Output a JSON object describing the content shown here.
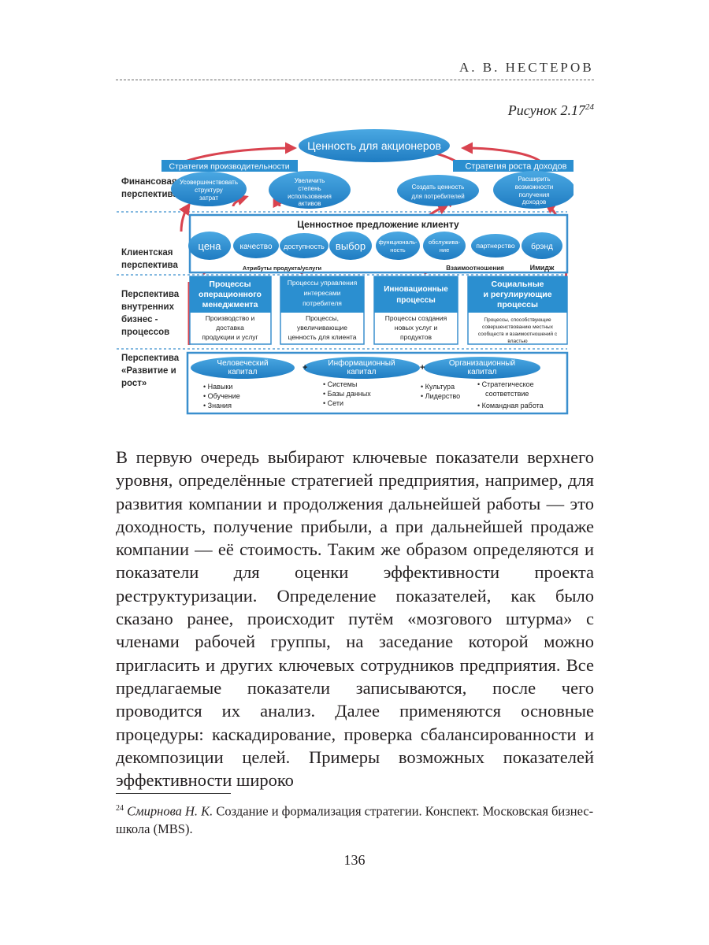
{
  "header": {
    "author": "А. В. НЕСТЕРОВ"
  },
  "figure": {
    "caption": "Рисунок 2.17",
    "caption_ref": "24",
    "perspectives": {
      "finance": [
        "Финансовая",
        "перспектива"
      ],
      "client": [
        "Клиентская",
        "перспектива"
      ],
      "internal": [
        "Перспектива",
        "внутренних",
        "бизнес -",
        "процессов"
      ],
      "growth": [
        "Перспектива",
        "«Развитие и",
        "рост»"
      ]
    },
    "top_oval": "Ценность для акционеров",
    "strategy_left": "Стратегия производительности",
    "strategy_right": "Стратегия роста доходов",
    "fin_ovals": [
      [
        "Усовершенствовать",
        "структуру",
        "затрат"
      ],
      [
        "Увеличить",
        "степень",
        "использования",
        "активов"
      ],
      [
        "Создать ценность",
        "для потребителей"
      ],
      [
        "Расширить",
        "возможности",
        "получения",
        "доходов"
      ]
    ],
    "value_title": "Ценностное предложение клиенту",
    "client_ovals": [
      [
        "цена"
      ],
      [
        "качество"
      ],
      [
        "доступность"
      ],
      [
        "выбор"
      ],
      [
        "функциональ-",
        "ность"
      ],
      [
        "обслужива-",
        "ние"
      ],
      [
        "партнерство"
      ],
      [
        "брэнд"
      ]
    ],
    "attr_label": "Атрибуты продукта/услуги",
    "rel_label": "Взаимоотношения",
    "image_label": "Имидж",
    "processes": [
      {
        "title": [
          "Процессы",
          "операционного",
          "менеджмента"
        ],
        "desc": [
          "Производство и",
          "доставка",
          "продукции и услуг"
        ]
      },
      {
        "title": [
          "Процессы управления",
          "интересами",
          "потребителя"
        ],
        "desc": [
          "Процессы,",
          "увеличивающие",
          "ценность для клиента"
        ]
      },
      {
        "title": [
          "Инновационные",
          "процессы"
        ],
        "desc": [
          "Процессы создания",
          "новых услуг и",
          "продуктов"
        ]
      },
      {
        "title": [
          "Социальные",
          "и регулирующие",
          "процессы"
        ],
        "desc": [
          "Процессы, способствующие",
          "совершенствованию местных",
          "сообществ и взаимоотношений с",
          "властью"
        ]
      }
    ],
    "capitals": [
      {
        "title": [
          "Человеческий",
          "капитал"
        ],
        "items": [
          "Навыки",
          "Обучение",
          "Знания"
        ]
      },
      {
        "title": [
          "Информационный",
          "капитал"
        ],
        "items": [
          "Системы",
          "Базы данных",
          "Сети"
        ]
      },
      {
        "title": [
          "Организационный",
          "капитал"
        ],
        "items_a": [
          "Культура",
          "Лидерство"
        ],
        "items_b": [
          "Стратегическое",
          "соответствие",
          "Командная работа"
        ]
      }
    ],
    "plus": "+"
  },
  "body": {
    "paragraph": "В первую очередь выбирают ключевые показатели верхнего уровня, определённые стратегией предприятия, например, для развития компании и продолжения дальнейшей работы — это доходность, получение прибыли, а при дальнейшей продаже компании — её стоимость. Таким же образом определяются и показатели для оценки эффективности проекта реструктуризации. Определение показателей, как было сказано ранее, происходит путём «мозгового штурма» с членами рабочей группы, на заседание которой можно пригласить и других ключевых сотрудников предприятия. Все предлагаемые показатели записываются, после чего проводится их анализ. Далее применяются основные процедуры: каскадирование, проверка сбалансированности и декомпозиции целей. Примеры возможных показателей эффективности широко"
  },
  "footnote": {
    "num": "24",
    "author": "Смирнова Н. К.",
    "text": " Создание и формализация стратегии. Конспект. Московская бизнес-школа (MBS)."
  },
  "page_number": "136",
  "colors": {
    "blue": "#2b8fd0",
    "dark_blue": "#1a6fb0",
    "light_blue": "#e7f1fa",
    "arrow": "#d9434f",
    "outline": "#3a8fce"
  }
}
